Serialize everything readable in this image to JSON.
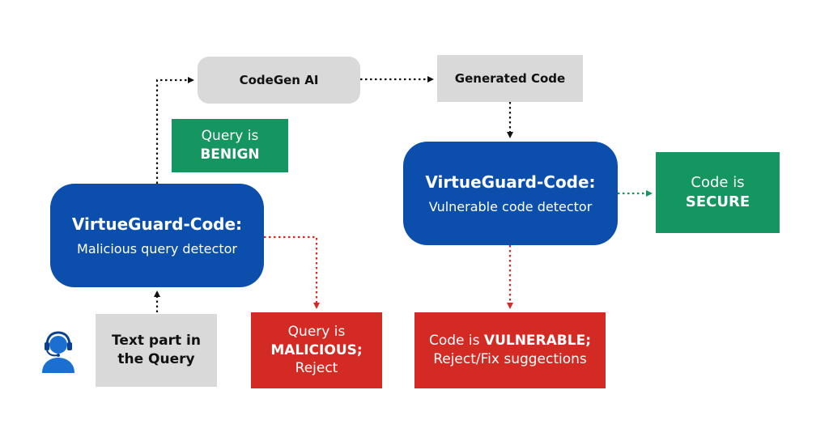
{
  "nodes": {
    "codegen_ai": {
      "label": "CodeGen AI"
    },
    "generated_code": {
      "label": "Generated Code"
    },
    "query_benign": {
      "line1": "Query is",
      "line2": "BENIGN"
    },
    "query_detector": {
      "title": "VirtueGuard-Code:",
      "subtitle": "Malicious query detector"
    },
    "code_detector": {
      "title": "VirtueGuard-Code:",
      "subtitle": "Vulnerable code detector"
    },
    "code_secure": {
      "line1": "Code is",
      "line2": "SECURE"
    },
    "text_query": {
      "line1": "Text part in",
      "line2": "the Query"
    },
    "query_malicious": {
      "line1": "Query is",
      "line2": "MALICIOUS;",
      "line3": "Reject"
    },
    "code_vulnerable": {
      "prefix": "Code is ",
      "strong": "VULNERABLE;",
      "line2": "Reject/Fix suggections"
    }
  },
  "colors": {
    "gray_box": "#d9d9d9",
    "detector_blue": "#0b4eac",
    "safe_green": "#15955f",
    "reject_red": "#d32a23",
    "arrow_black": "#111111",
    "arrow_green": "#15955f",
    "arrow_red": "#d32a23"
  },
  "icons": {
    "user": "headset-user-icon"
  }
}
